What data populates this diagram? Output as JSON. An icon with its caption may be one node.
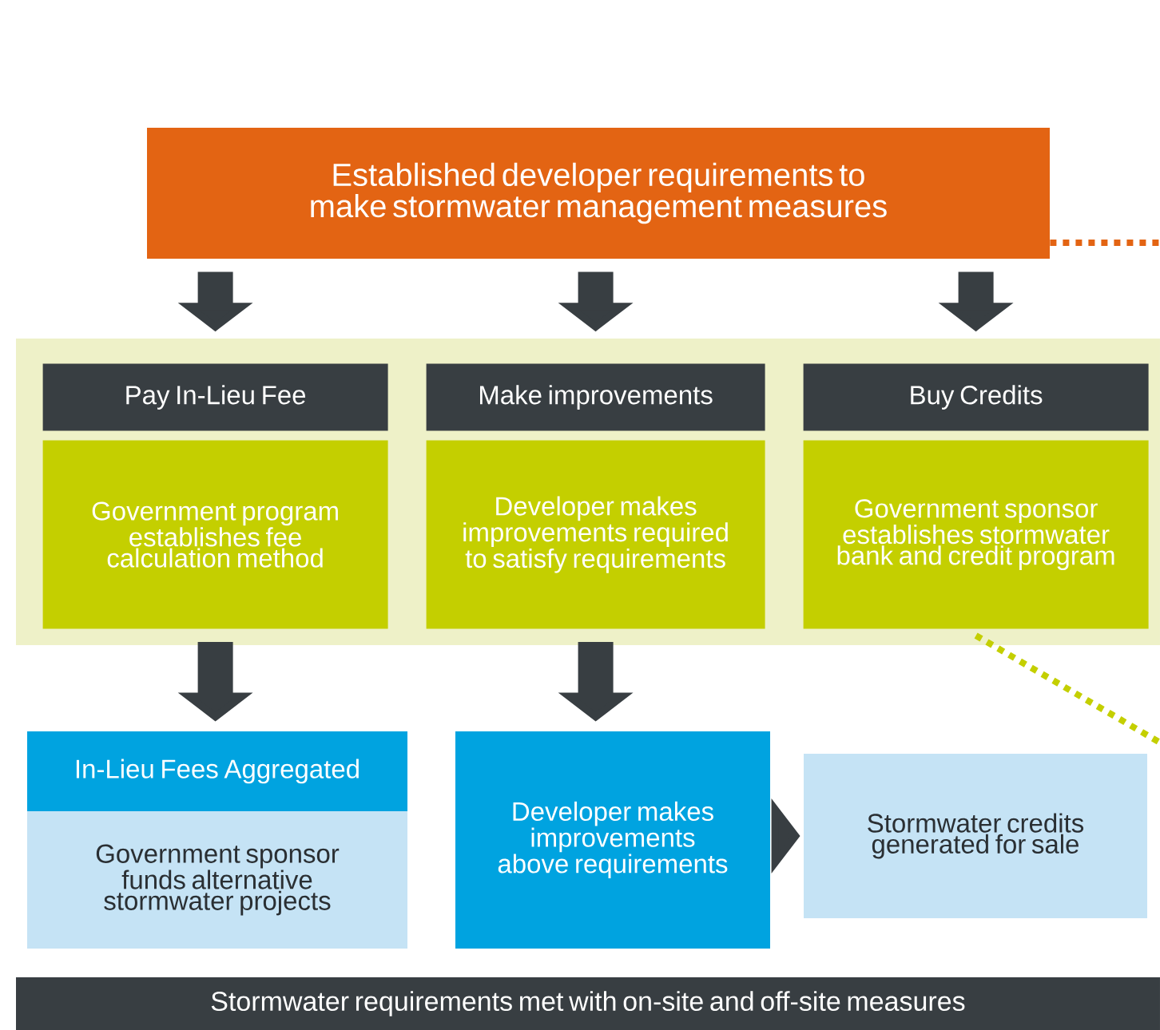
{
  "diagram": {
    "nodes": [
      {
        "text": [
          "Established developer requirements to make stormwater management measures"
        ]
      },
      {
        "text": [],
        "shape": "box"
      },
      {
        "text": [
          "Pay In-Lieu Fee"
        ],
        "in": 1
      },
      {
        "text": [
          "Government program establishes fee calculation method"
        ],
        "in": 1
      },
      {
        "text": [
          "Make improvements"
        ],
        "in": 1
      },
      {
        "text": [
          "Developer makes improvements required to satisfy requirements"
        ],
        "in": 1
      },
      {
        "text": [
          "Buy Credits"
        ],
        "in": 1
      },
      {
        "text": [
          "Government sponsor establishes stormwater bank and credit program"
        ],
        "in": 1
      },
      {
        "text": [
          "In-Lieu Fees Aggregated"
        ]
      },
      {
        "text": [
          "Government sponsor funds alternative stormwater projects"
        ]
      },
      {
        "text": [
          "Developer makes improvements above requirements"
        ]
      },
      {
        "text": [
          "Stormwater credits generated for sale"
        ]
      },
      {
        "text": [
          "Stormwater requirements met with on-site and off-site measures"
        ]
      }
    ],
    "edges": [
      {
        "from": 0,
        "to": 2,
        "arrow": "to"
      },
      {
        "from": 0,
        "to": 4,
        "arrow": "to"
      },
      {
        "from": 0,
        "to": 6,
        "arrow": "to"
      },
      {
        "from": 3,
        "to": 8,
        "arrow": "to"
      },
      {
        "from": 5,
        "to": 10,
        "arrow": "to"
      },
      {
        "from": 10,
        "to": 11,
        "arrow": "to"
      },
      {
        "from": 0,
        "to": null,
        "arrow": "none",
        "style": "dashed",
        "color": "#e36413"
      },
      {
        "from": 7,
        "to": null,
        "arrow": "none",
        "style": "dashed",
        "color": "#c4cf00"
      }
    ]
  }
}
